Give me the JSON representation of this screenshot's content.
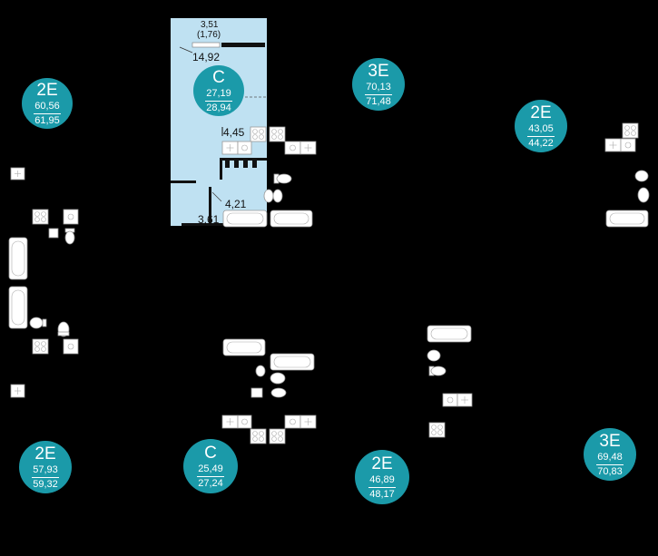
{
  "units": [
    {
      "id": "u1",
      "code": "2E",
      "area_living": "60,56",
      "area_total": "61,95"
    },
    {
      "id": "u2",
      "code": "C",
      "area_living": "27,19",
      "area_total": "28,94"
    },
    {
      "id": "u3",
      "code": "3E",
      "area_living": "70,13",
      "area_total": "71,48"
    },
    {
      "id": "u4",
      "code": "2E",
      "area_living": "43,05",
      "area_total": "44,22"
    },
    {
      "id": "u5",
      "code": "2E",
      "area_living": "57,93",
      "area_total": "59,32"
    },
    {
      "id": "u6",
      "code": "C",
      "area_living": "25,49",
      "area_total": "27,24"
    },
    {
      "id": "u7",
      "code": "2E",
      "area_living": "46,89",
      "area_total": "48,17"
    },
    {
      "id": "u8",
      "code": "3E",
      "area_living": "69,48",
      "area_total": "70,83"
    }
  ],
  "room_labels": {
    "balcony_area": "3,51",
    "balcony_area_reduced": "(1,76)",
    "main_room": "14,92",
    "kitchen": "4,45",
    "bathroom": "4,21",
    "hallway": "3,61"
  },
  "colors": {
    "background": "#000000",
    "badge": "#1b9aa9",
    "highlighted_room": "#bfe1f2"
  }
}
